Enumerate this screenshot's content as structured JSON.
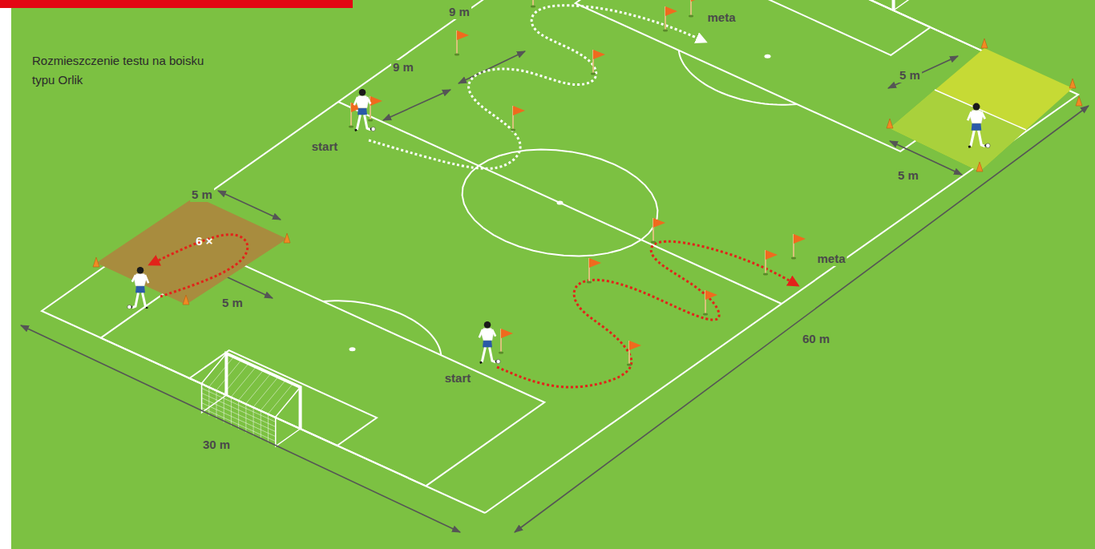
{
  "diagram": {
    "title": "Rozmieszczenie testu na boisku typu Orlik",
    "nodes": [
      {
        "text": [
          "6 ×"
        ]
      }
    ],
    "labels": [
      "9 m",
      "9 m",
      "start",
      "meta",
      "5 m",
      "5 m",
      "5 m",
      "5 m",
      "start",
      "meta",
      "60 m",
      "30 m"
    ]
  }
}
